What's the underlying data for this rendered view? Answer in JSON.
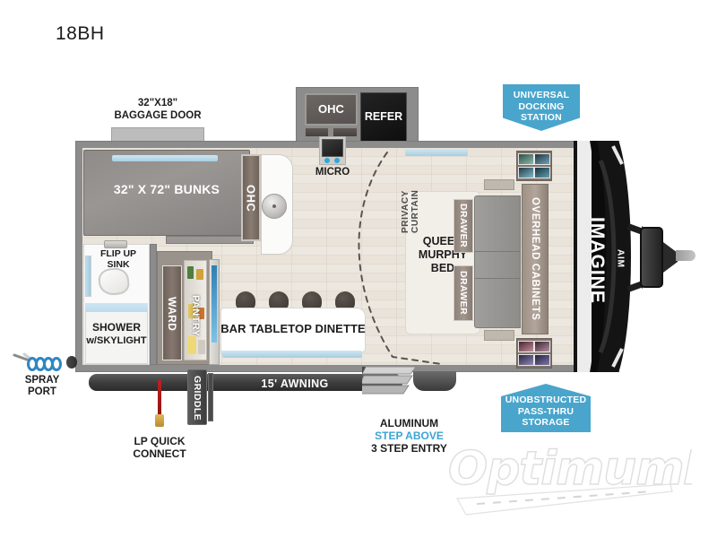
{
  "title": "18BH",
  "brand": {
    "front_cap_name": "IMAGINE",
    "front_cap_sub": "AIM",
    "watermark": "OptimumRV",
    "accent_color": "#49a5cc",
    "badge_text_color": "#ffffff"
  },
  "callouts": {
    "baggage_door": "32\"X18\"\nBAGGAGE DOOR",
    "baggage_door_line1": "32\"X18\"",
    "baggage_door_line2": "BAGGAGE DOOR",
    "spray_port_line1": "SPRAY",
    "spray_port_line2": "PORT",
    "lp_quick_line1": "LP QUICK",
    "lp_quick_line2": "CONNECT",
    "step_line1": "ALUMINUM",
    "step_line2": "STEP ABOVE",
    "step_line3": "3 STEP ENTRY"
  },
  "badges": [
    {
      "id": "universal-docking-station",
      "line1": "UNIVERSAL",
      "line2": "DOCKING",
      "line3": "STATION",
      "shape": "point-down"
    },
    {
      "id": "unobstructed-pass-thru-storage",
      "line1": "UNOBSTRUCTED",
      "line2": "PASS-THRU",
      "line3": "STORAGE",
      "shape": "point-up"
    }
  ],
  "rooms": {
    "bunks": "32\" X 72\" BUNKS",
    "ohc_left": "OHC",
    "ohc_top": "OHC",
    "refer": "REFER",
    "micro": "MICRO",
    "murphy_line1": "QUEEN",
    "murphy_line2": "MURPHY",
    "murphy_line3": "BED",
    "drawer_top": "DRAWER",
    "drawer_bottom": "DRAWER",
    "overhead_cabinets": "OVERHEAD CABINETS",
    "privacy_curtain": "PRIVACY CURTAIN",
    "flip_up_sink_line1": "FLIP UP",
    "flip_up_sink_line2": "SINK",
    "shower_line1": "SHOWER",
    "shower_line2": "w/SKYLIGHT",
    "ward": "WARD",
    "pantry": "PANTRY",
    "griddle": "GRIDDLE",
    "dinette": "BAR TABLETOP DINETTE",
    "awning": "15' AWNING"
  }
}
